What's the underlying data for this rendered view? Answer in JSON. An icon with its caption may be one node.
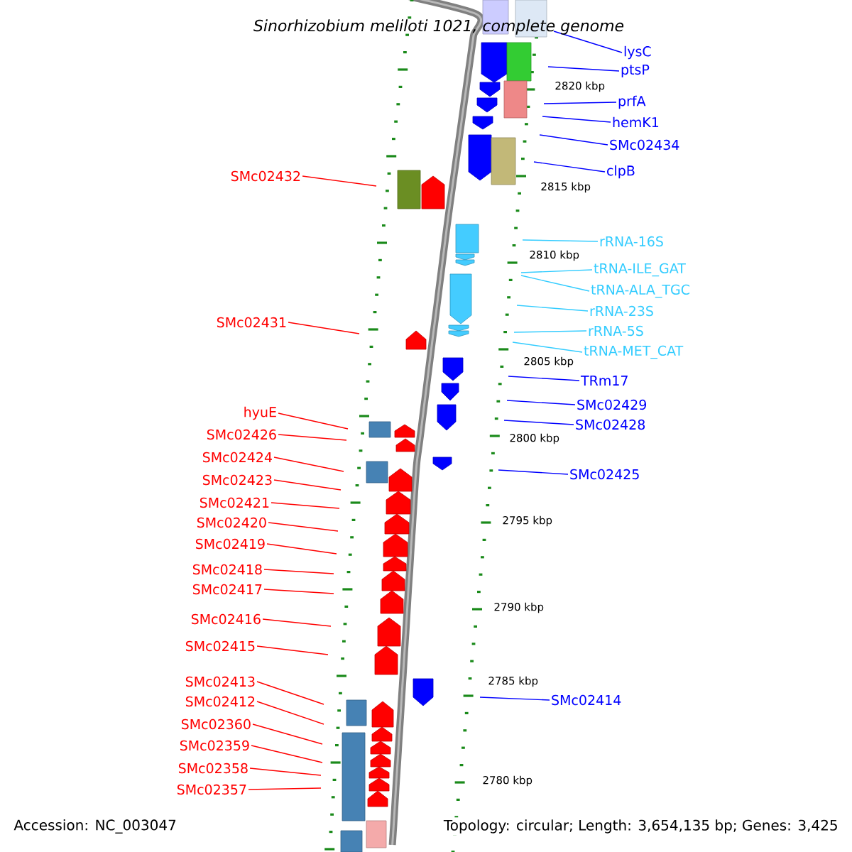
{
  "diagram": {
    "title": "Sinorhizobium meliloti 1021, complete genome",
    "nodes": [
      {
        "text": [
          "lysC"
        ]
      },
      {
        "text": [
          "ptsP"
        ]
      },
      {
        "text": [
          "prfA"
        ]
      },
      {
        "text": [
          "hemK1"
        ]
      },
      {
        "text": [
          "SMc02434"
        ]
      },
      {
        "text": [
          "clpB"
        ]
      },
      {
        "text": [
          "SMc02432"
        ]
      },
      {
        "text": [
          "rRNA-16S"
        ]
      },
      {
        "text": [
          "tRNA-ILE_GAT"
        ]
      },
      {
        "text": [
          "tRNA-ALA_TGC"
        ]
      },
      {
        "text": [
          "rRNA-23S"
        ]
      },
      {
        "text": [
          "SMc02431"
        ]
      },
      {
        "text": [
          "rRNA-5S"
        ]
      },
      {
        "text": [
          "tRNA-MET_CAT"
        ]
      },
      {
        "text": [
          "TRm17"
        ]
      },
      {
        "text": [
          "SMc02429"
        ]
      },
      {
        "text": [
          "hyuE"
        ]
      },
      {
        "text": [
          "SMc02428"
        ]
      },
      {
        "text": [
          "SMc02426"
        ]
      },
      {
        "text": [
          "SMc02424"
        ]
      },
      {
        "text": [
          "SMc02425"
        ]
      },
      {
        "text": [
          "SMc02423"
        ]
      },
      {
        "text": [
          "SMc02421"
        ]
      },
      {
        "text": [
          "SMc02420"
        ]
      },
      {
        "text": [
          "SMc02419"
        ]
      },
      {
        "text": [
          "SMc02418"
        ]
      },
      {
        "text": [
          "SMc02417"
        ]
      },
      {
        "text": [
          "SMc02416"
        ]
      },
      {
        "text": [
          "SMc02415"
        ]
      },
      {
        "text": [
          "SMc02413"
        ]
      },
      {
        "text": [
          "SMc02414"
        ]
      },
      {
        "text": [
          "SMc02412"
        ]
      },
      {
        "text": [
          "SMc02360"
        ]
      },
      {
        "text": [
          "SMc02359"
        ]
      },
      {
        "text": [
          "SMc02358"
        ]
      },
      {
        "text": [
          "SMc02357"
        ]
      }
    ],
    "edges": [
      {
        "from": 0,
        "to": null,
        "arrow": "none",
        "color": "#0000ff"
      },
      {
        "from": 1,
        "to": null,
        "arrow": "none",
        "color": "#0000ff"
      },
      {
        "from": 2,
        "to": null,
        "arrow": "none",
        "color": "#0000ff"
      },
      {
        "from": 3,
        "to": null,
        "arrow": "none",
        "color": "#0000ff"
      },
      {
        "from": 4,
        "to": null,
        "arrow": "none",
        "color": "#0000ff"
      },
      {
        "from": 5,
        "to": null,
        "arrow": "none",
        "color": "#0000ff"
      },
      {
        "from": 6,
        "to": null,
        "arrow": "none"
      },
      {
        "from": 7,
        "to": null,
        "arrow": "none",
        "color": "#33ccff"
      },
      {
        "from": 8,
        "to": null,
        "arrow": "none",
        "color": "#33ccff"
      },
      {
        "from": 9,
        "to": null,
        "arrow": "none",
        "color": "#33ccff"
      },
      {
        "from": 10,
        "to": null,
        "arrow": "none",
        "color": "#33ccff"
      },
      {
        "from": 11,
        "to": null,
        "arrow": "none"
      },
      {
        "from": 12,
        "to": null,
        "arrow": "none",
        "color": "#33ccff"
      },
      {
        "from": 13,
        "to": null,
        "arrow": "none",
        "color": "#33ccff"
      },
      {
        "from": 14,
        "to": null,
        "arrow": "none",
        "color": "#0000ff"
      },
      {
        "from": 15,
        "to": null,
        "arrow": "none",
        "color": "#0000ff"
      },
      {
        "from": 16,
        "to": null,
        "arrow": "none"
      },
      {
        "from": 17,
        "to": null,
        "arrow": "none",
        "color": "#0000ff"
      },
      {
        "from": 18,
        "to": null,
        "arrow": "none"
      },
      {
        "from": 19,
        "to": null,
        "arrow": "none"
      },
      {
        "from": 20,
        "to": null,
        "arrow": "none",
        "color": "#0000ff"
      },
      {
        "from": 21,
        "to": null,
        "arrow": "none"
      },
      {
        "from": 22,
        "to": null,
        "arrow": "none"
      },
      {
        "from": 23,
        "to": null,
        "arrow": "none"
      },
      {
        "from": 24,
        "to": null,
        "arrow": "none"
      },
      {
        "from": 25,
        "to": null,
        "arrow": "none"
      },
      {
        "from": 26,
        "to": null,
        "arrow": "none"
      },
      {
        "from": 27,
        "to": null,
        "arrow": "none"
      },
      {
        "from": 28,
        "to": null,
        "arrow": "none"
      },
      {
        "from": 29,
        "to": null,
        "arrow": "none"
      },
      {
        "from": 30,
        "to": null,
        "arrow": "none",
        "color": "#0000ff"
      },
      {
        "from": 31,
        "to": null,
        "arrow": "none"
      },
      {
        "from": 32,
        "to": null,
        "arrow": "none"
      },
      {
        "from": 33,
        "to": null,
        "arrow": "none"
      },
      {
        "from": 34,
        "to": null,
        "arrow": "none"
      },
      {
        "from": 35,
        "to": null,
        "arrow": "none"
      }
    ],
    "labels": [
      "2820 kbp",
      "2815 kbp",
      "2810 kbp",
      "2805 kbp",
      "2800 kbp",
      "2795 kbp",
      "2790 kbp",
      "2785 kbp",
      "2780 kbp",
      "Accession: NC_003047",
      "Topology: circular; Length: 3,654,135 bp; Genes: 3,425"
    ]
  }
}
